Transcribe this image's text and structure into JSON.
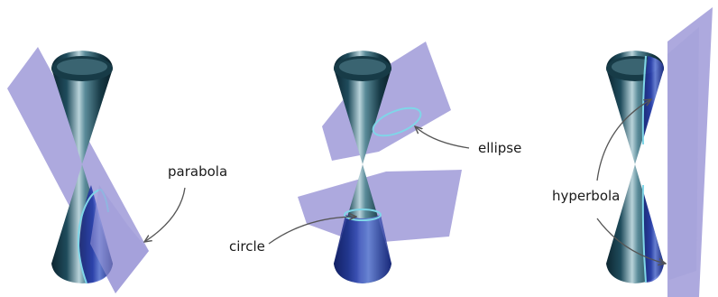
{
  "labels": {
    "parabola": "parabola",
    "ellipse": "ellipse",
    "circle": "circle",
    "hyperbola": "hyperbola"
  },
  "colors": {
    "cone_dark": "#0d2a35",
    "cone_mid": "#2a5f70",
    "cone_light": "#c8dde4",
    "cone_blue": "#2b3fb0",
    "plane": "#9f9ad8",
    "curve": "#7fd6e8",
    "arrow": "#555555",
    "text": "#1a1a1a"
  }
}
